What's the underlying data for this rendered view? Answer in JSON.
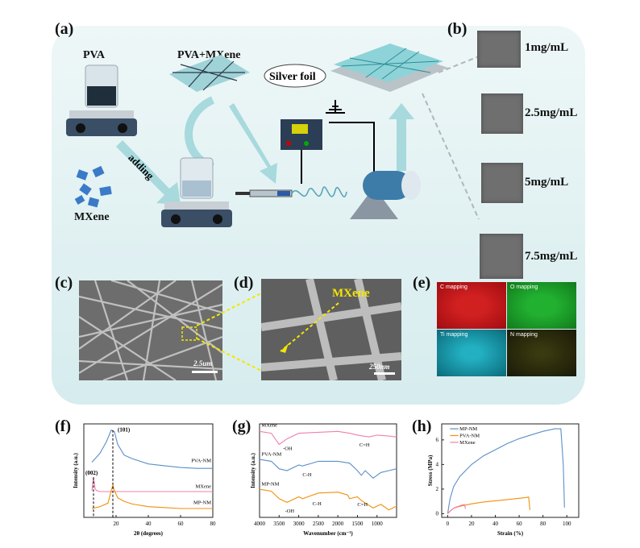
{
  "panels": {
    "a": "(a)",
    "b": "(b)",
    "c": "(c)",
    "d": "(d)",
    "e": "(e)",
    "f": "(f)",
    "g": "(g)",
    "h": "(h)"
  },
  "schematic": {
    "pva": "PVA",
    "pva_mxene": "PVA+MXene",
    "mxene": "MXene",
    "adding": "adding",
    "silver_foil": "Silver foil"
  },
  "concentrations": [
    "1mg/mL",
    "2.5mg/mL",
    "5mg/mL",
    "7.5mg/mL"
  ],
  "sem": {
    "scale_c": "2.5um",
    "scale_d": "250nm",
    "arrow_label": "MXene"
  },
  "mapping": [
    "C mapping",
    "O mapping",
    "Ti mapping",
    "N mapping"
  ],
  "colors": {
    "background_panel": "#dcefef",
    "c_map": "#c0141a",
    "o_map": "#1a9a2a",
    "ti_map": "#1a9fb2",
    "n_map": "#9aa01a",
    "blue": "#5b8fc9",
    "pink": "#f07fb0",
    "orange": "#f0900a"
  },
  "chart_data": [
    {
      "type": "line",
      "id": "f",
      "xlabel": "2θ (degrees)",
      "ylabel": "Intensity (a.u.)",
      "xlim": [
        0,
        80
      ],
      "xticks": [
        20,
        40,
        60,
        80
      ],
      "series": [
        {
          "name": "PVA-NM",
          "color": "#5b8fc9",
          "x": [
            5,
            10,
            14,
            17,
            19,
            21,
            25,
            30,
            40,
            50,
            60,
            70,
            80
          ],
          "y": [
            0.62,
            0.72,
            0.85,
            0.98,
            0.96,
            0.82,
            0.7,
            0.66,
            0.6,
            0.58,
            0.56,
            0.55,
            0.55
          ]
        },
        {
          "name": "MXene",
          "color": "#f07fb0",
          "x": [
            5,
            6,
            7,
            8,
            10,
            20,
            40,
            60,
            80
          ],
          "y": [
            0.3,
            0.45,
            0.32,
            0.3,
            0.29,
            0.29,
            0.29,
            0.29,
            0.29
          ]
        },
        {
          "name": "MP-NM",
          "color": "#f0900a",
          "x": [
            5,
            10,
            15,
            17,
            18,
            19,
            21,
            25,
            30,
            40,
            50,
            60,
            70,
            80
          ],
          "y": [
            0.1,
            0.12,
            0.16,
            0.3,
            0.36,
            0.3,
            0.22,
            0.18,
            0.15,
            0.12,
            0.11,
            0.1,
            0.1,
            0.1
          ]
        }
      ],
      "annotations": [
        "(101)",
        "(002)"
      ]
    },
    {
      "type": "line",
      "id": "g",
      "xlabel": "Wavenumber (cm⁻¹)",
      "ylabel": "Intensity (a.u.)",
      "xlim": [
        4000,
        500
      ],
      "xticks": [
        4000,
        3500,
        3000,
        2500,
        2000,
        1500,
        1000
      ],
      "series": [
        {
          "name": "MXene",
          "color": "#f07fb0",
          "x": [
            4000,
            3700,
            3500,
            3300,
            3000,
            2500,
            2000,
            1700,
            1500,
            1200,
            1000,
            700,
            500
          ],
          "y": [
            0.92,
            0.9,
            0.78,
            0.84,
            0.9,
            0.91,
            0.92,
            0.9,
            0.88,
            0.86,
            0.88,
            0.87,
            0.86
          ]
        },
        {
          "name": "PVA-NM",
          "color": "#5b8fc9",
          "x": [
            4000,
            3700,
            3500,
            3300,
            3000,
            2900,
            2500,
            2000,
            1700,
            1500,
            1400,
            1300,
            1100,
            900,
            700,
            500
          ],
          "y": [
            0.62,
            0.6,
            0.52,
            0.5,
            0.56,
            0.55,
            0.6,
            0.6,
            0.58,
            0.5,
            0.45,
            0.5,
            0.42,
            0.48,
            0.5,
            0.52
          ]
        },
        {
          "name": "MP-NM",
          "color": "#f0900a",
          "x": [
            4000,
            3700,
            3500,
            3300,
            3000,
            2900,
            2500,
            2000,
            1750,
            1700,
            1500,
            1400,
            1100,
            900,
            700,
            500
          ],
          "y": [
            0.3,
            0.28,
            0.2,
            0.16,
            0.22,
            0.2,
            0.26,
            0.27,
            0.24,
            0.2,
            0.22,
            0.18,
            0.1,
            0.14,
            0.08,
            0.12
          ]
        }
      ],
      "annotations": [
        "MXene",
        "PVA-NM",
        "MP-NM",
        "-OH",
        "C=H",
        "C-H"
      ]
    },
    {
      "type": "line",
      "id": "h",
      "xlabel": "Strain (%)",
      "ylabel": "Stress (MPa)",
      "xlim": [
        -5,
        110
      ],
      "ylim": [
        -0.3,
        7.3
      ],
      "xticks": [
        0,
        20,
        40,
        60,
        80,
        100
      ],
      "yticks": [
        0,
        2,
        4,
        6
      ],
      "series": [
        {
          "name": "MP-NM",
          "color": "#5b8fc9",
          "x": [
            0,
            2,
            5,
            10,
            20,
            30,
            40,
            50,
            60,
            70,
            80,
            90,
            95,
            97,
            98
          ],
          "y": [
            0,
            1.2,
            2.2,
            3.0,
            4.0,
            4.7,
            5.2,
            5.7,
            6.1,
            6.4,
            6.7,
            6.9,
            6.9,
            4,
            0.5
          ]
        },
        {
          "name": "PVA-NM",
          "color": "#f0900a",
          "x": [
            0,
            2,
            5,
            10,
            20,
            30,
            40,
            50,
            60,
            65,
            68,
            69
          ],
          "y": [
            0,
            0.2,
            0.45,
            0.6,
            0.8,
            0.95,
            1.05,
            1.15,
            1.25,
            1.3,
            1.35,
            0.3
          ]
        },
        {
          "name": "MXene",
          "color": "#f07fb0",
          "x": [
            0,
            3,
            6,
            9,
            12,
            14,
            15
          ],
          "y": [
            0,
            0.3,
            0.5,
            0.6,
            0.7,
            0.75,
            0.4
          ]
        }
      ]
    }
  ]
}
